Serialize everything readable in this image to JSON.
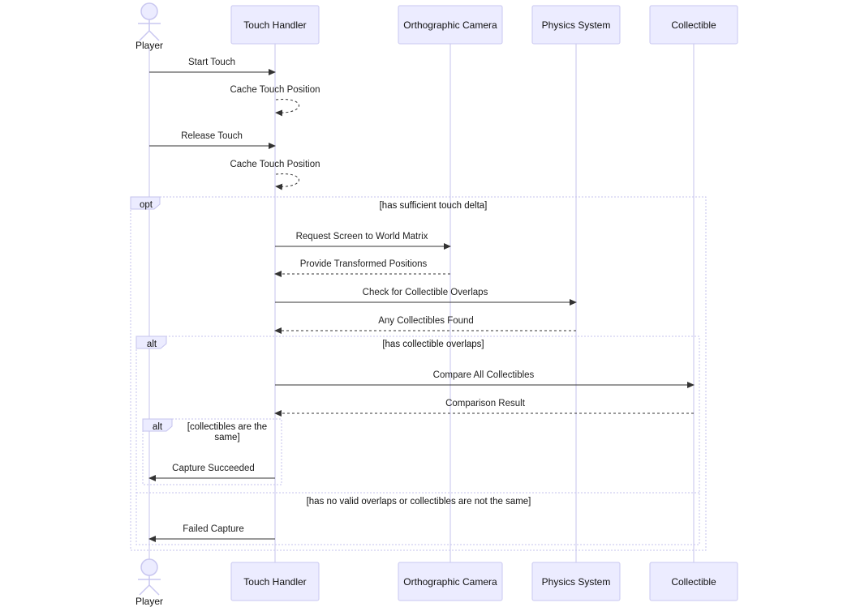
{
  "participants": {
    "player": "Player",
    "touch_handler": "Touch Handler",
    "ortho_camera": "Orthographic Camera",
    "physics": "Physics System",
    "collectible": "Collectible"
  },
  "messages": {
    "m1": "Start Touch",
    "m2": "Cache Touch Position",
    "m3": "Release Touch",
    "m4": "Cache Touch Position",
    "m5": "Request Screen to World Matrix",
    "m6": "Provide Transformed Positions",
    "m7": "Check for Collectible Overlaps",
    "m8": "Any Collectibles Found",
    "m9": "Compare All Collectibles",
    "m10": "Comparison Result",
    "m11": "Capture Succeeded",
    "m12": "Failed Capture"
  },
  "fragments": {
    "opt_label": "opt",
    "opt_cond": "[has sufficient touch delta]",
    "alt1_label": "alt",
    "alt1_cond": "[has collectible overlaps]",
    "alt1_else": "[has no valid overlaps or collectibles are not the same]",
    "alt2_label": "alt",
    "alt2_cond_line1": "[collectibles are the",
    "alt2_cond_line2": "same]"
  },
  "colors": {
    "actor_fill": "#ececff",
    "actor_border": "#c9c7f0",
    "lifeline": "#d9d7f3",
    "arrow": "#333333"
  }
}
